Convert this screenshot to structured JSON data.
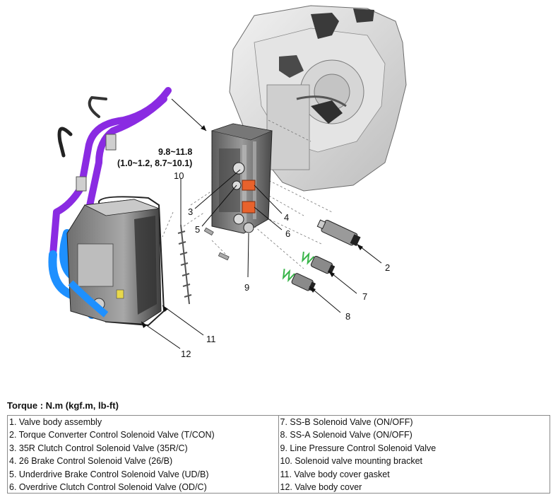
{
  "callouts": {
    "torque_line1": "9.8~11.8",
    "torque_line2": "(1.0~1.2, 8.7~10.1)",
    "n2": "2",
    "n3": "3",
    "n4": "4",
    "n5": "5",
    "n6": "6",
    "n7": "7",
    "n8": "8",
    "n9": "9",
    "n10": "10",
    "n11": "11",
    "n12": "12"
  },
  "legend": {
    "title": "Torque : N.m (kgf.m, lb-ft)",
    "left": [
      "1. Valve body assembly",
      "2. Torque Converter Control Solenoid Valve (T/CON)",
      "3. 35R Clutch Control Solenoid Valve (35R/C)",
      "4. 26 Brake Control Solenoid Valve (26/B)",
      "5. Underdrive Brake Control Solenoid Valve (UD/B)",
      "6. Overdrive Clutch Control Solenoid Valve (OD/C)"
    ],
    "right": [
      "7. SS-B Solenoid Valve (ON/OFF)",
      "8. SS-A Solenoid Valve (ON/OFF)",
      "9. Line Pressure Control Solenoid Valve",
      "10. Solenoid valve mounting bracket",
      "11. Valve body cover gasket",
      "12. Valve body cover"
    ]
  },
  "colors": {
    "coolant_hose_purple": "#8a2be2",
    "coolant_hose_blue": "#1e90ff",
    "solenoid_orange": "#e8622c",
    "spring_green": "#39b54a",
    "housing_gray": "#d9d9d9"
  }
}
